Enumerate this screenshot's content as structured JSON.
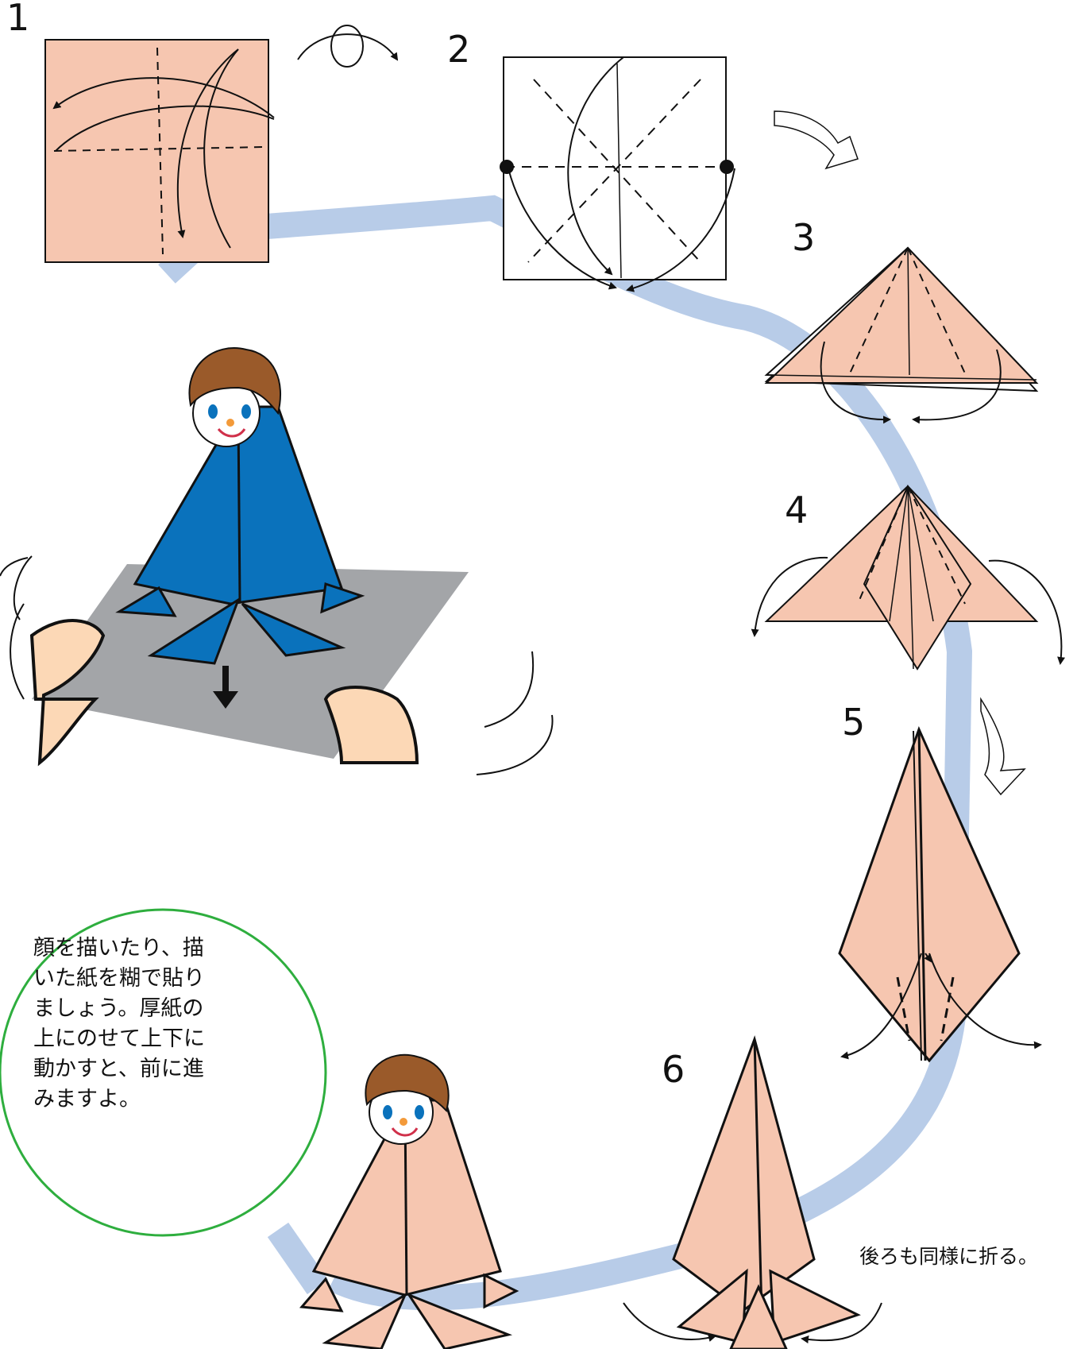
{
  "steps": [
    {
      "number": "1"
    },
    {
      "number": "2"
    },
    {
      "number": "3"
    },
    {
      "number": "4"
    },
    {
      "number": "5"
    },
    {
      "number": "6"
    }
  ],
  "notes": {
    "instruction_lines": [
      "顔を描いたり、描",
      "いた紙を糊で貼り",
      "ましょう。厚紙の",
      "上にのせて上下に",
      "動かすと、前に進",
      "みますよ。"
    ],
    "fold_back_same": "後ろも同様に折る。"
  },
  "colors": {
    "paper": "#f6c6b0",
    "path": "#b8cce8",
    "figure_blue": "#0a72bc",
    "hair": "#9a5a2a",
    "board": "#a3a5a8",
    "hand": "#fcd8b6",
    "circle": "#2eae3e"
  }
}
